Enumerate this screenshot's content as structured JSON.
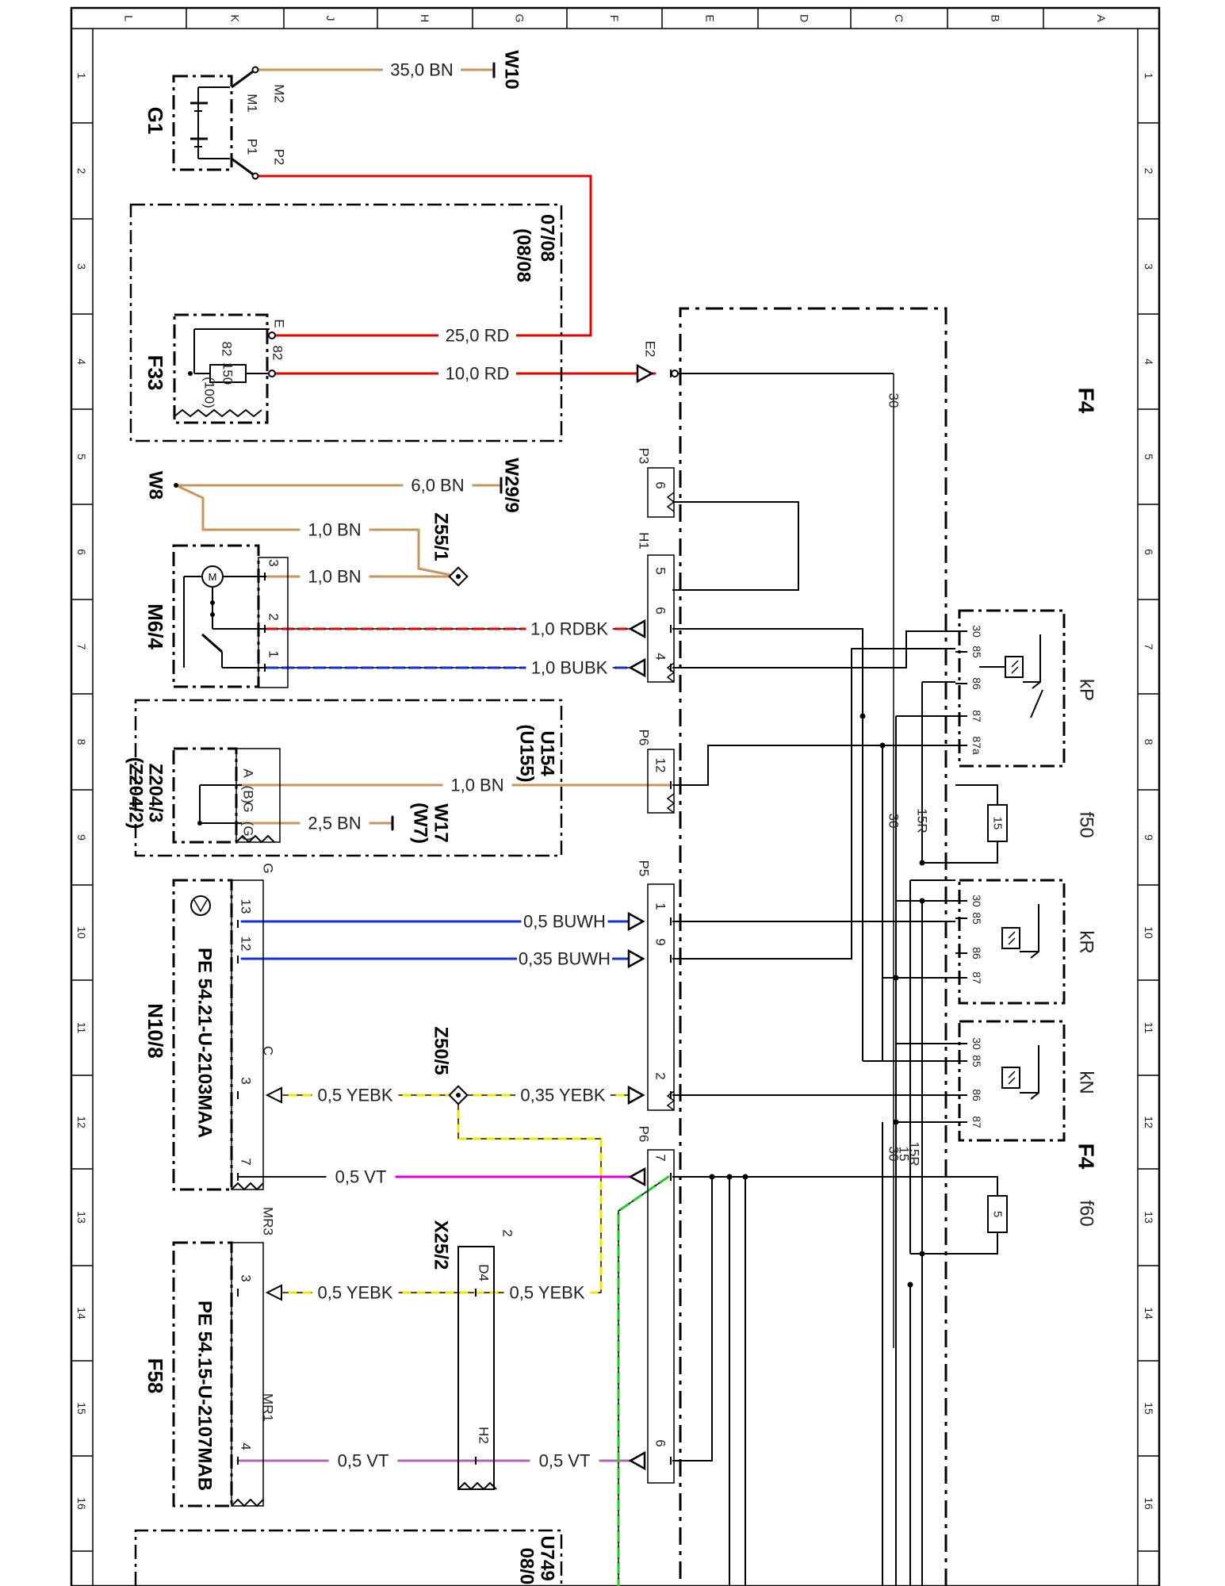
{
  "grid": {
    "cols": [
      "L",
      "K",
      "J",
      "H",
      "G",
      "F",
      "E",
      "D",
      "C",
      "B",
      "A"
    ],
    "rows": [
      "1",
      "2",
      "3",
      "4",
      "5",
      "6",
      "7",
      "8",
      "9",
      "10",
      "11",
      "12",
      "13",
      "14",
      "15",
      "16"
    ]
  },
  "colors": {
    "BN": "#c8955a",
    "RD": "#e60000",
    "BU": "#1030e0",
    "YE": "#f2e600",
    "VT": "#dd00dd",
    "GN": "#22cc22",
    "BK": "#111111"
  },
  "components": {
    "G1": "G1",
    "F33": "F33",
    "W8": "W8",
    "M6_4": "M6/4",
    "Z204": "Z204/3",
    "Z204b": "(Z204/2)",
    "N10": "N10/8",
    "F58": "F58",
    "W10": "W10",
    "W29": "W29/9",
    "W17": "W17",
    "W7": "(W7)",
    "Z55": "Z55/1",
    "Z50": "Z50/5",
    "X25": "X25/2",
    "U154": "U154",
    "U155": "(U155)",
    "U749": "U749",
    "ref0708": "07/08",
    "ref0808": "(08/08",
    "ref080": "08/0",
    "F4": "F4",
    "F4b": "F4",
    "kP": "kP",
    "kR": "kR",
    "kN": "kN",
    "f50": "f50",
    "f60": "f60",
    "fuse50": "15",
    "fuse60": "5",
    "pe1": "PE  54.21-U-2103MAA",
    "pe2": "PE  54.15-U-2107MAB"
  },
  "wires": {
    "w1": "35,0  BN",
    "w2": "25,0  RD",
    "w3": "10,0  RD",
    "w4": "6,0  BN",
    "w5": "1,0  BN",
    "w6": "1,0  BN",
    "w7": "1,0  RDBK",
    "w8": "1,0  BUBK",
    "w9": "1,0  BN",
    "w10": "2,5  BN",
    "w11": "0,5  BUWH",
    "w12": "0,35  BUWH",
    "w13": "0,5  YEBK",
    "w14": "0,35  YEBK",
    "w15": "0,5  VT",
    "w16": "0,5  YEBK",
    "w17": "0,5  YEBK",
    "w18": "0,5  VT",
    "w19": "0,5  VT"
  },
  "pins": {
    "M2": "M2",
    "M1": "M1",
    "P1": "P1",
    "P2": "P2",
    "E": "E",
    "n82": "82",
    "n82b": "82",
    "n150": "150",
    "n100": "(100)",
    "E2": "E2",
    "P3": "P3",
    "H1": "H1",
    "P6a": "P6",
    "P5": "P5",
    "P6b": "P6",
    "c6a": "6",
    "c5": "5",
    "c6b": "6",
    "c4": "4",
    "c12": "12",
    "c1": "1",
    "c9": "9",
    "c2": "2",
    "c7": "7",
    "c6c": "6",
    "m3": "3",
    "m2": "2",
    "m1": "1",
    "zA": "A",
    "zB": "(B)",
    "zG": "G",
    "zG2": "(G)",
    "nG": "G",
    "n13": "13",
    "n12": "12",
    "nC": "C",
    "n3": "3",
    "n7": "7",
    "MR3": "MR3",
    "f3": "3",
    "MR1": "MR1",
    "f4": "4",
    "D4": "D4",
    "H2": "H2",
    "x2": "2",
    "n30a": "30",
    "n30b": "30",
    "n15R": "15R",
    "n30c": "30",
    "n15": "15",
    "n15Rb": "15R",
    "r30": "30",
    "r85": "85",
    "r86": "86",
    "r87": "87",
    "r87a": "87a"
  }
}
